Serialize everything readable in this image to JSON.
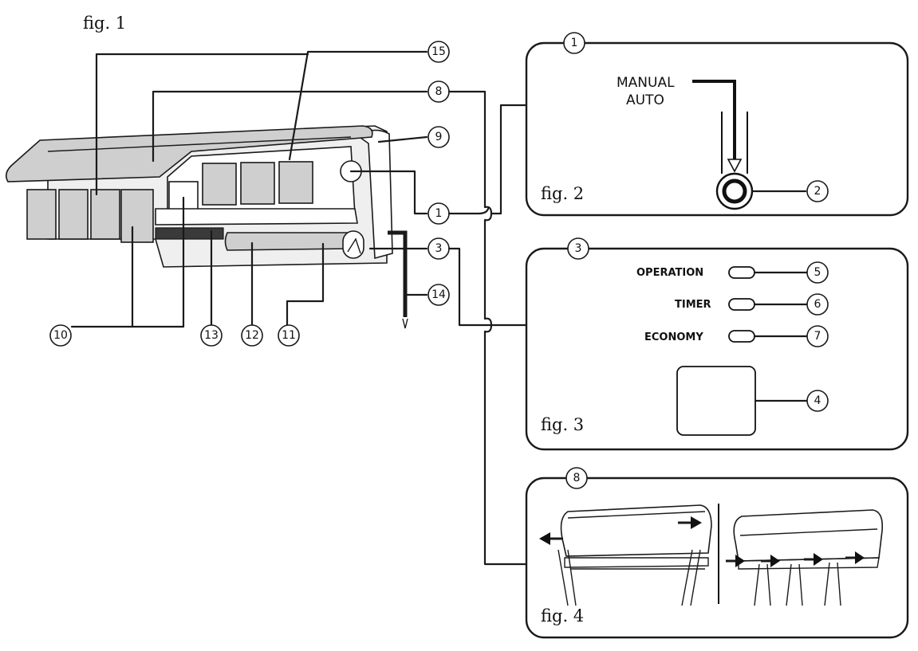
{
  "figure_labels": {
    "fig1": "fig. 1",
    "fig2": "fig. 2",
    "fig3": "fig. 3",
    "fig4": "fig. 4"
  },
  "callouts": {
    "c1": "1",
    "c2": "2",
    "c3": "3",
    "c4": "4",
    "c5": "5",
    "c6": "6",
    "c7": "7",
    "c8": "8",
    "c9": "9",
    "c10": "10",
    "c11": "11",
    "c12": "12",
    "c13": "13",
    "c14": "14",
    "c15": "15"
  },
  "fig2": {
    "manual_label": "MANUAL",
    "auto_label": "AUTO"
  },
  "fig3": {
    "operation_label": "OPERATION",
    "timer_label": "TIMER",
    "economy_label": "ECONOMY"
  }
}
